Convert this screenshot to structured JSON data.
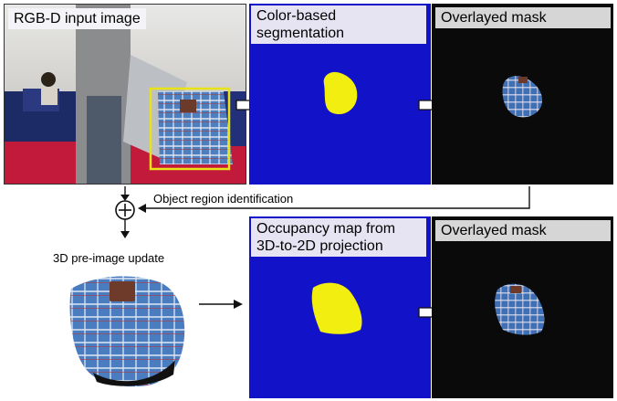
{
  "colors": {
    "segmentation_bg": "#1212c8",
    "mask_yellow": "#f2ee10",
    "overlay_bg": "#0a0a0a",
    "roi_box": "#e7e317",
    "label_bg": "#e6e4f2",
    "label_gray": "#d6d6d6",
    "flow_arrow": "#111111"
  },
  "panels": {
    "rgbd_input": {
      "label": "RGB-D input image"
    },
    "color_segmentation": {
      "label_line1": "Color-based",
      "label_line2": "segmentation"
    },
    "overlay_top": {
      "label": "Overlayed mask"
    },
    "occupancy_map": {
      "label_line1": "Occupancy map from",
      "label_line2": "3D-to-2D projection"
    },
    "overlay_bottom": {
      "label": "Overlayed mask"
    }
  },
  "flow": {
    "object_region_label": "Object region identification",
    "preimage_label": "3D pre-image update",
    "combine_symbol": "+"
  },
  "icons": [
    "white-arrow-icon",
    "plus-circle-icon",
    "black-arrow-icon"
  ]
}
